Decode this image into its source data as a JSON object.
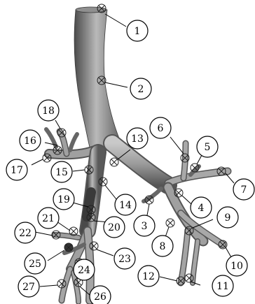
{
  "figure": {
    "labels": [
      "1",
      "2",
      "3",
      "4",
      "5",
      "6",
      "7",
      "8",
      "9",
      "10",
      "11",
      "12",
      "13",
      "14",
      "15",
      "16",
      "17",
      "18",
      "19",
      "20",
      "21",
      "22",
      "23",
      "24",
      "25",
      "26",
      "27"
    ]
  }
}
